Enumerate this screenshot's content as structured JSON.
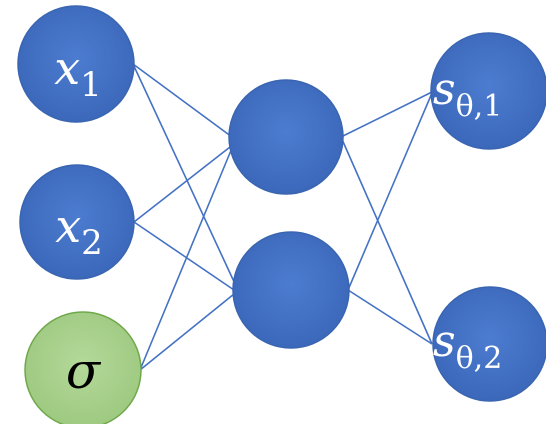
{
  "nodes": {
    "x1": {
      "main": "x",
      "sub": "1"
    },
    "x2": {
      "main": "x",
      "sub": "2"
    },
    "sigma": {
      "main": "σ"
    },
    "s1": {
      "main": "s",
      "sub": "θ,1"
    },
    "s2": {
      "main": "s",
      "sub": "θ,2"
    }
  },
  "colors": {
    "node_blue": "#4472C4",
    "node_green": "#A9D18E",
    "edge": "#4472C4"
  }
}
